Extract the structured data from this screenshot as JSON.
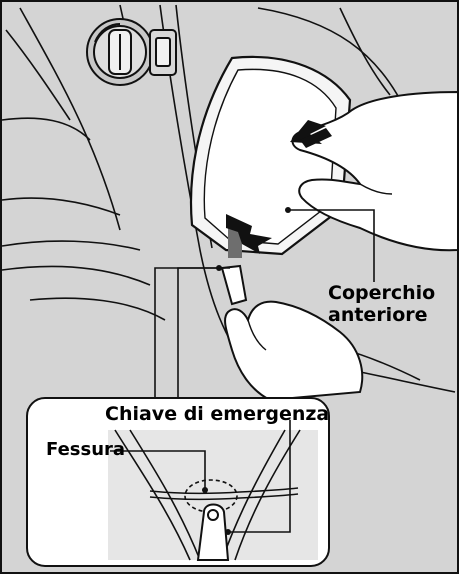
{
  "labels": {
    "front_cover_line1": "Coperchio",
    "front_cover_line2": "anteriore",
    "emergency_key": "Chiave di emergenza",
    "slot": "Fessura"
  },
  "colors": {
    "background": "#d4d4d4",
    "inset_background": "#e6e6e6",
    "line": "#111111",
    "hand_fill": "#ffffff",
    "arrow_fill": "#111111",
    "arrow_shadow": "#777777"
  },
  "icons": {
    "push_arrow": "black-arrow-left",
    "lift_arrow": "black-arrow-down-right"
  }
}
